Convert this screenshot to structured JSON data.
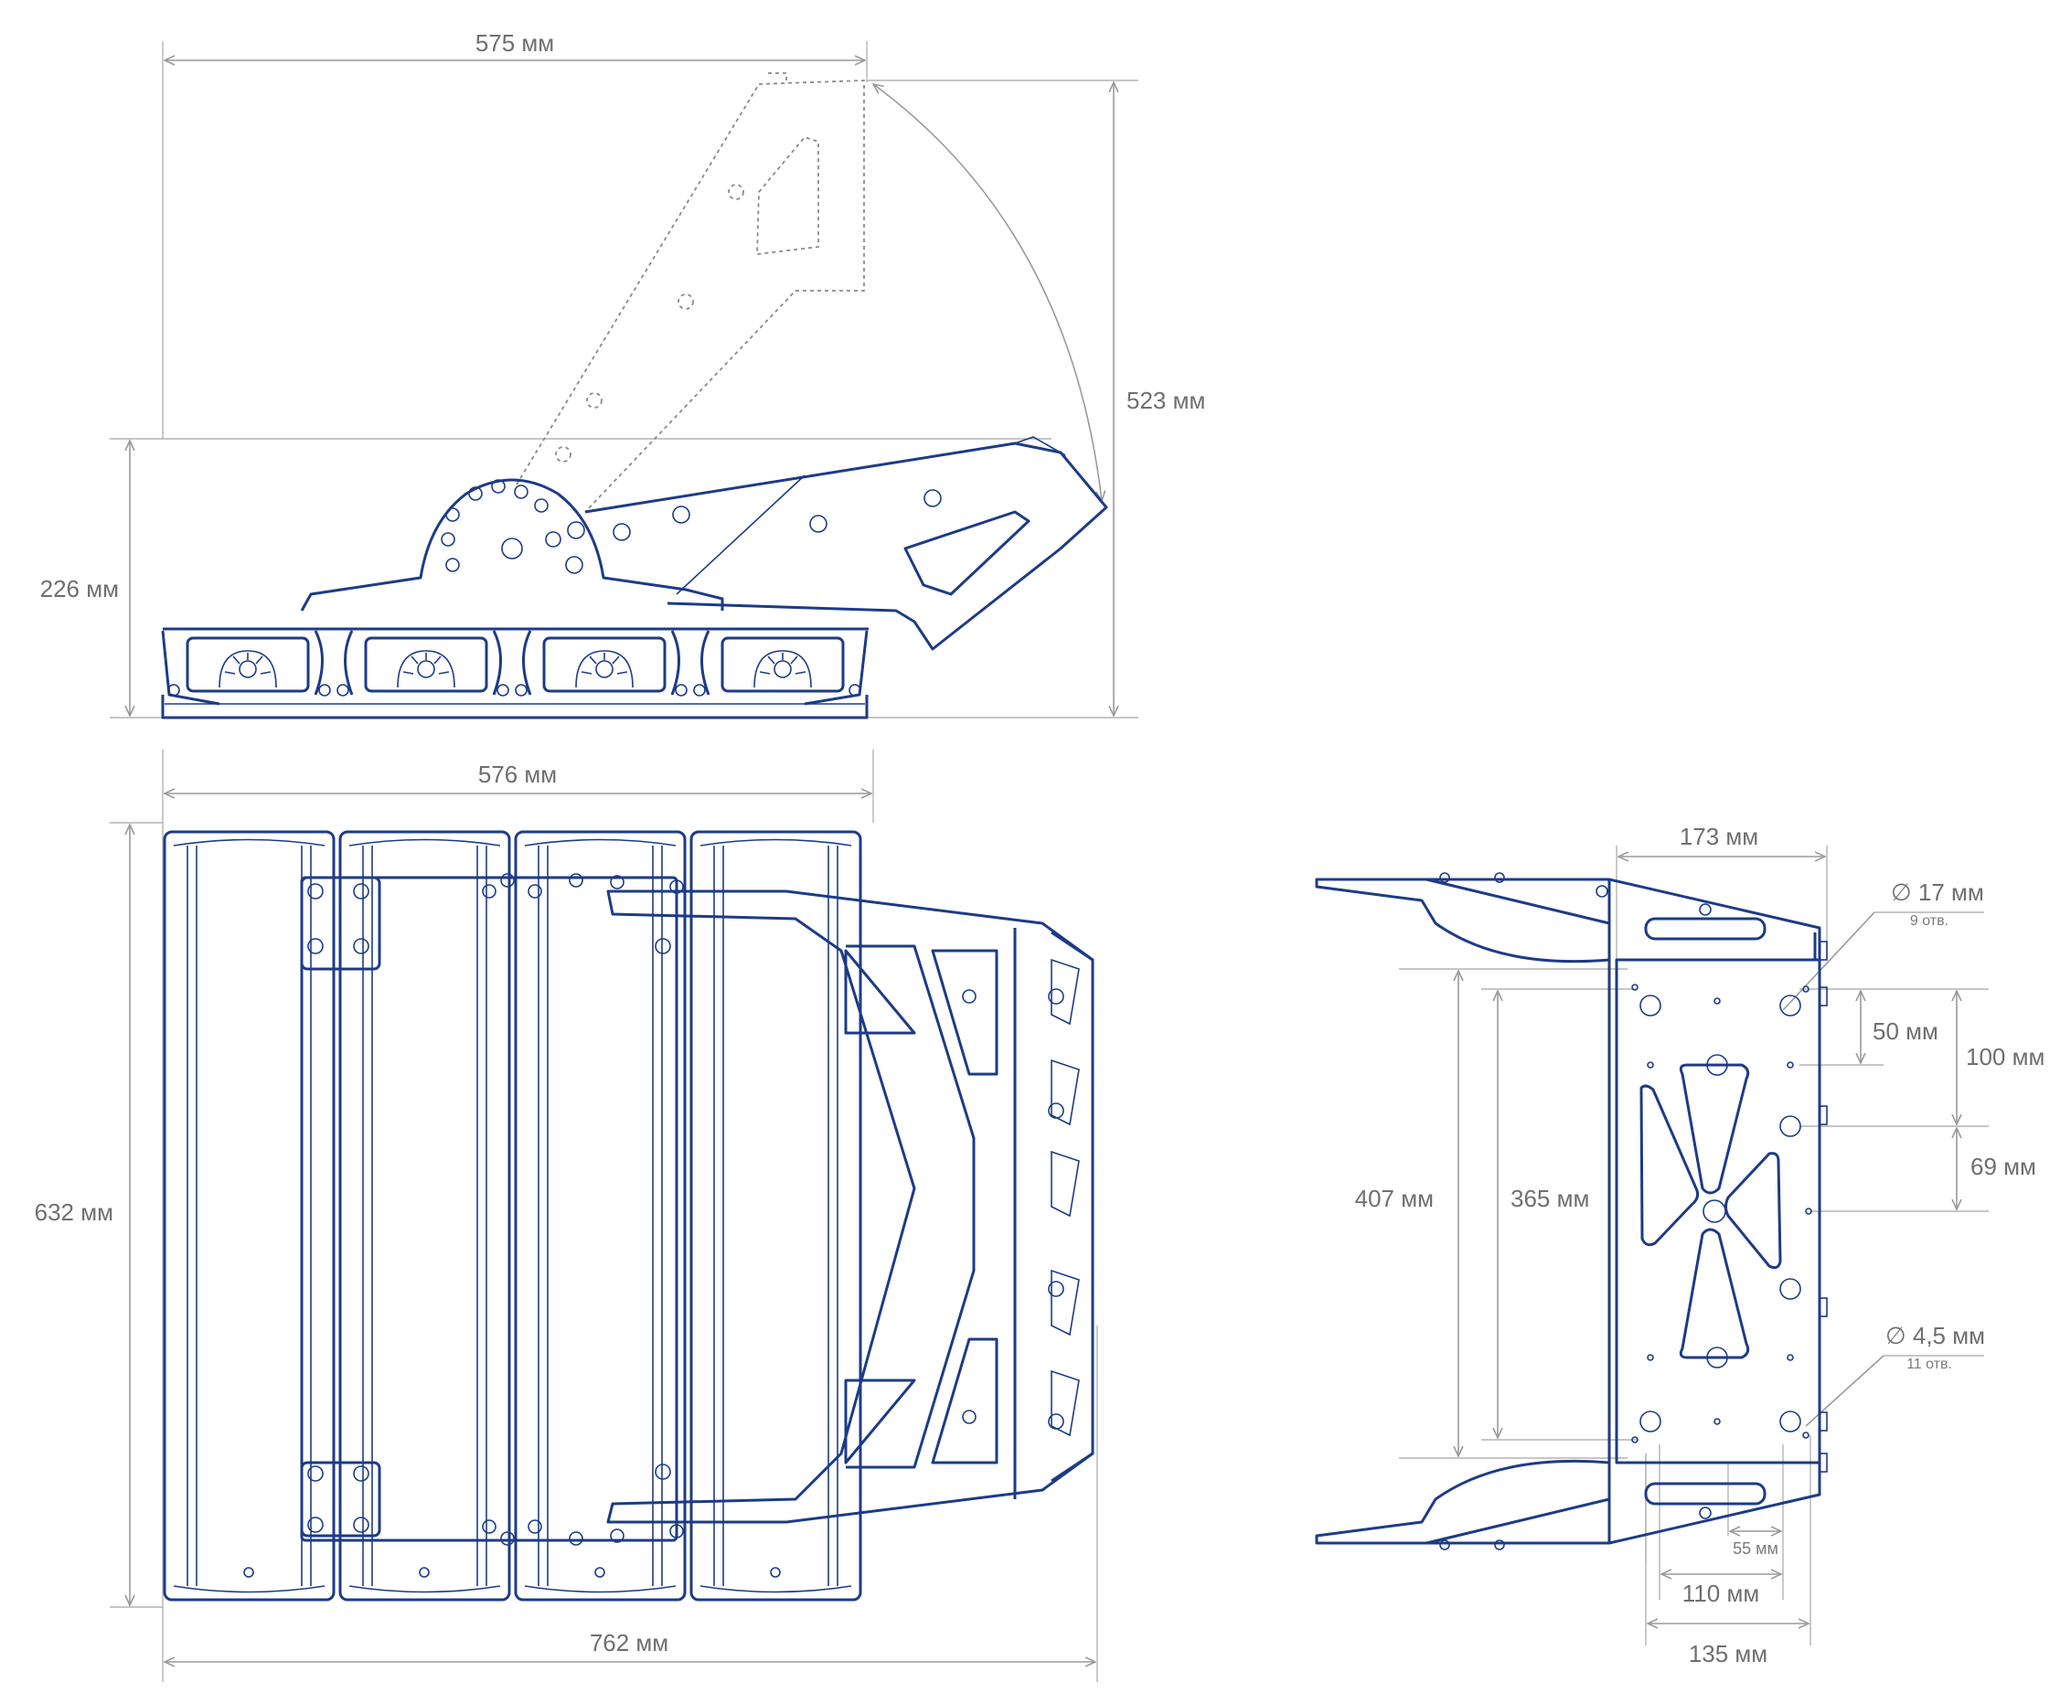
{
  "colors": {
    "line": "#1d3b86",
    "dimension": "#9a9a9a",
    "label": "#6f6f6f",
    "background": "#ffffff"
  },
  "side_view": {
    "width": "575 мм",
    "height": "523 мм",
    "base_height": "226 мм"
  },
  "top_view": {
    "width": "576 мм",
    "height": "632 мм",
    "total_width": "762 мм"
  },
  "bracket_view": {
    "top_width": "173 мм",
    "hole_large": "∅ 17 мм",
    "hole_large_count": "9 отв.",
    "spacing_50": "50 мм",
    "spacing_100": "100 мм",
    "spacing_69": "69 мм",
    "height_407": "407 мм",
    "height_365": "365 мм",
    "hole_small": "∅ 4,5 мм",
    "hole_small_count": "11 отв.",
    "spacing_55": "55 мм",
    "width_110": "110 мм",
    "width_135": "135 мм"
  }
}
